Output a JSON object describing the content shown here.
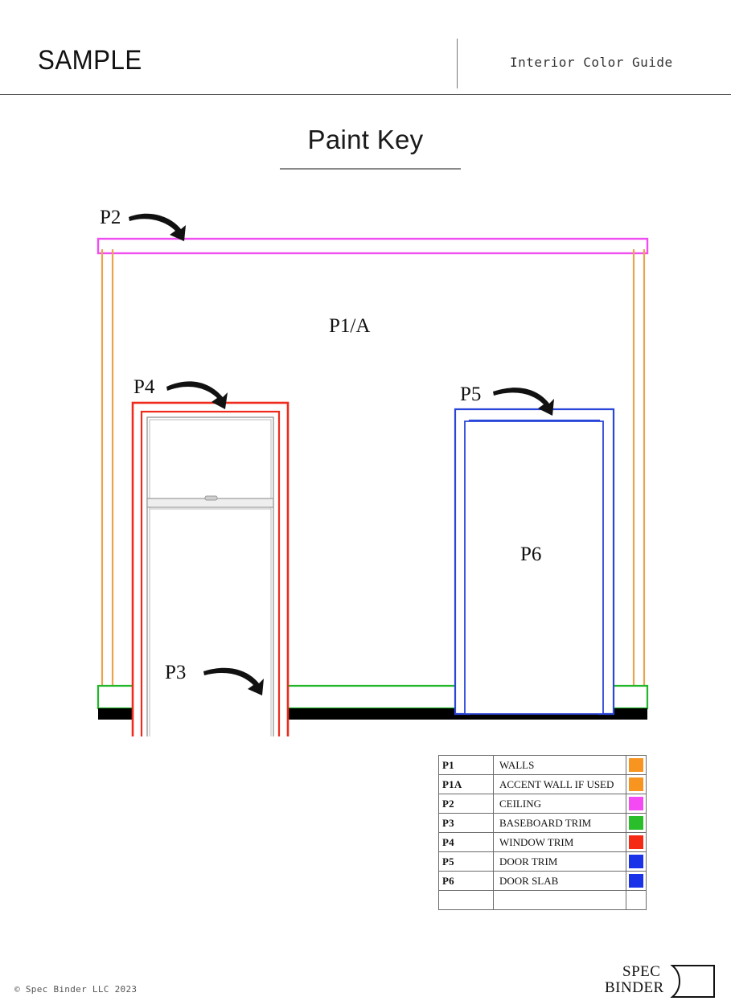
{
  "header": {
    "sample_title": "SAMPLE",
    "doc_subtitle": "Interior Color Guide"
  },
  "page": {
    "title": "Paint Key"
  },
  "diagram": {
    "labels": {
      "ceiling": "P2",
      "wall": "P1/A",
      "window_trim": "P4",
      "door_trim": "P5",
      "door_slab": "P6",
      "baseboard": "P3"
    },
    "colors": {
      "ceiling": "#ef4ef0",
      "wall": "#e8a44e",
      "baseboard": "#22b62a",
      "window_trim": "#ee2b1c",
      "door_trim": "#2a46d8",
      "door_slab": "#2a46d8",
      "floor": "#000000",
      "sash": "#9a9a9a",
      "arrow": "#111111"
    }
  },
  "legend": {
    "columns": [
      "code",
      "description",
      "swatch"
    ],
    "rows": [
      {
        "code": "P1",
        "code_sm": "1",
        "description": " WALLS",
        "color": "#F79520"
      },
      {
        "code": "P1A",
        "code_sm": "1",
        "description": "ACCENT WALL IF USED",
        "color": "#F79520"
      },
      {
        "code": "P2",
        "code_sm": "2",
        "description": "CEILING",
        "color": "#F34AF3"
      },
      {
        "code": "P3",
        "code_sm": "3",
        "description": "BASEBOARD TRIM",
        "color": "#2ABE2A"
      },
      {
        "code": "P4",
        "code_sm": "4",
        "description": "WINDOW TRIM",
        "color": "#F42A15"
      },
      {
        "code": "P5",
        "code_sm": "5",
        "description": "DOOR TRIM",
        "color": "#1A32E8"
      },
      {
        "code": "P6",
        "code_sm": "6",
        "description": "DOOR SLAB",
        "color": "#1A32E8"
      },
      {
        "code": "",
        "code_sm": "",
        "description": "",
        "color": ""
      }
    ]
  },
  "footer": {
    "copyright": "© Spec Binder LLC 2023",
    "brand_line1": "SPEC",
    "brand_line2": "BINDER"
  }
}
